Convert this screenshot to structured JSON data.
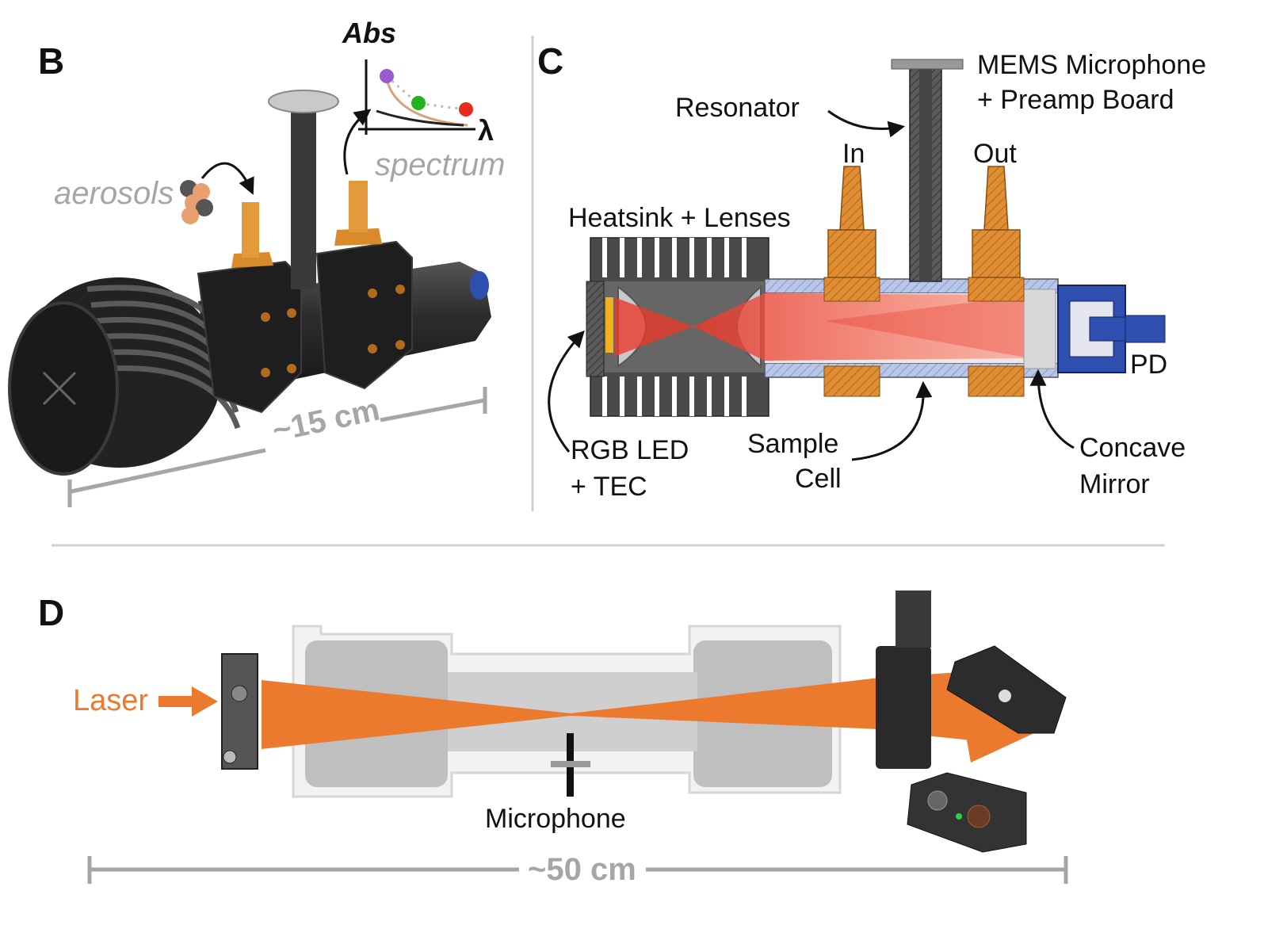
{
  "panels": {
    "b": {
      "letter": "B",
      "aerosols": "aerosols",
      "spectrum": "spectrum",
      "inset": {
        "y_label": "Abs",
        "x_label": "λ"
      },
      "dimension": "~15 cm"
    },
    "c": {
      "letter": "C",
      "labels": {
        "mems_line1": "MEMS Microphone",
        "mems_line2": "+ Preamp Board",
        "resonator": "Resonator",
        "in": "In",
        "out": "Out",
        "heatsink": "Heatsink + Lenses",
        "pd": "PD",
        "rgb_line1": "RGB LED",
        "rgb_line2": "+ TEC",
        "sample_line1": "Sample",
        "sample_line2": "Cell",
        "concave_line1": "Concave",
        "concave_line2": "Mirror"
      }
    },
    "d": {
      "letter": "D",
      "laser": "Laser",
      "microphone": "Microphone",
      "dimension": "~50 cm"
    }
  },
  "colors": {
    "laser_orange": "#ec7a2e",
    "brass": "#d98a2b",
    "beam_red": "#e8392a",
    "window_blue": "#2f4fb0",
    "dimension_gray": "#a6a6a6",
    "body_dark": "#2a2a2a",
    "dot_purple": "#9b59d0",
    "dot_green": "#22b322",
    "dot_red": "#e82a1f"
  }
}
